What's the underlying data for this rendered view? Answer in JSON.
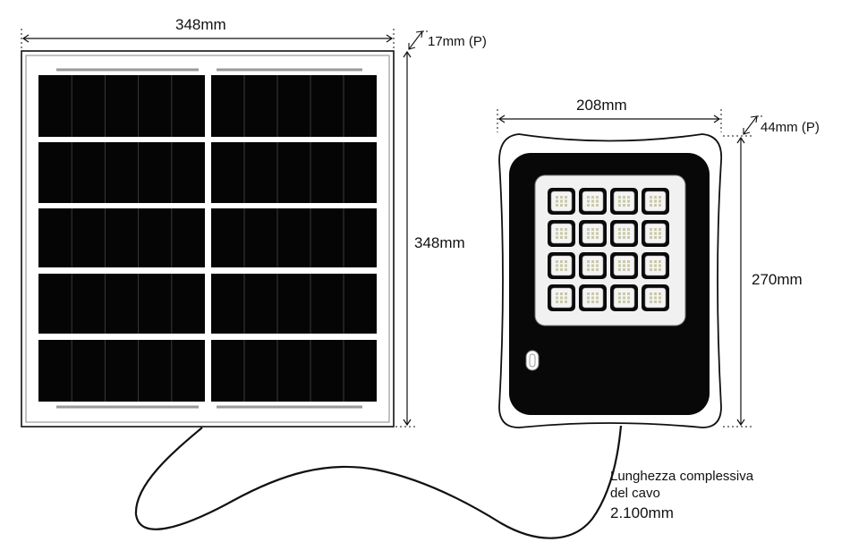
{
  "panel": {
    "width_label": "348mm",
    "height_label": "348mm",
    "depth_label": "17mm (P)"
  },
  "lamp": {
    "width_label": "208mm",
    "height_label": "270mm",
    "depth_label": "44mm (P)",
    "led_rows": 4,
    "led_cols": 4
  },
  "cable": {
    "label_line1": "Lunghezza complessiva",
    "label_line2": "del cavo",
    "length_label": "2.100mm"
  },
  "colors": {
    "ink": "#111111",
    "panel_cell": "#050505",
    "frame_gray": "#9a9a9a",
    "led_bg": "#f1f1f1"
  }
}
